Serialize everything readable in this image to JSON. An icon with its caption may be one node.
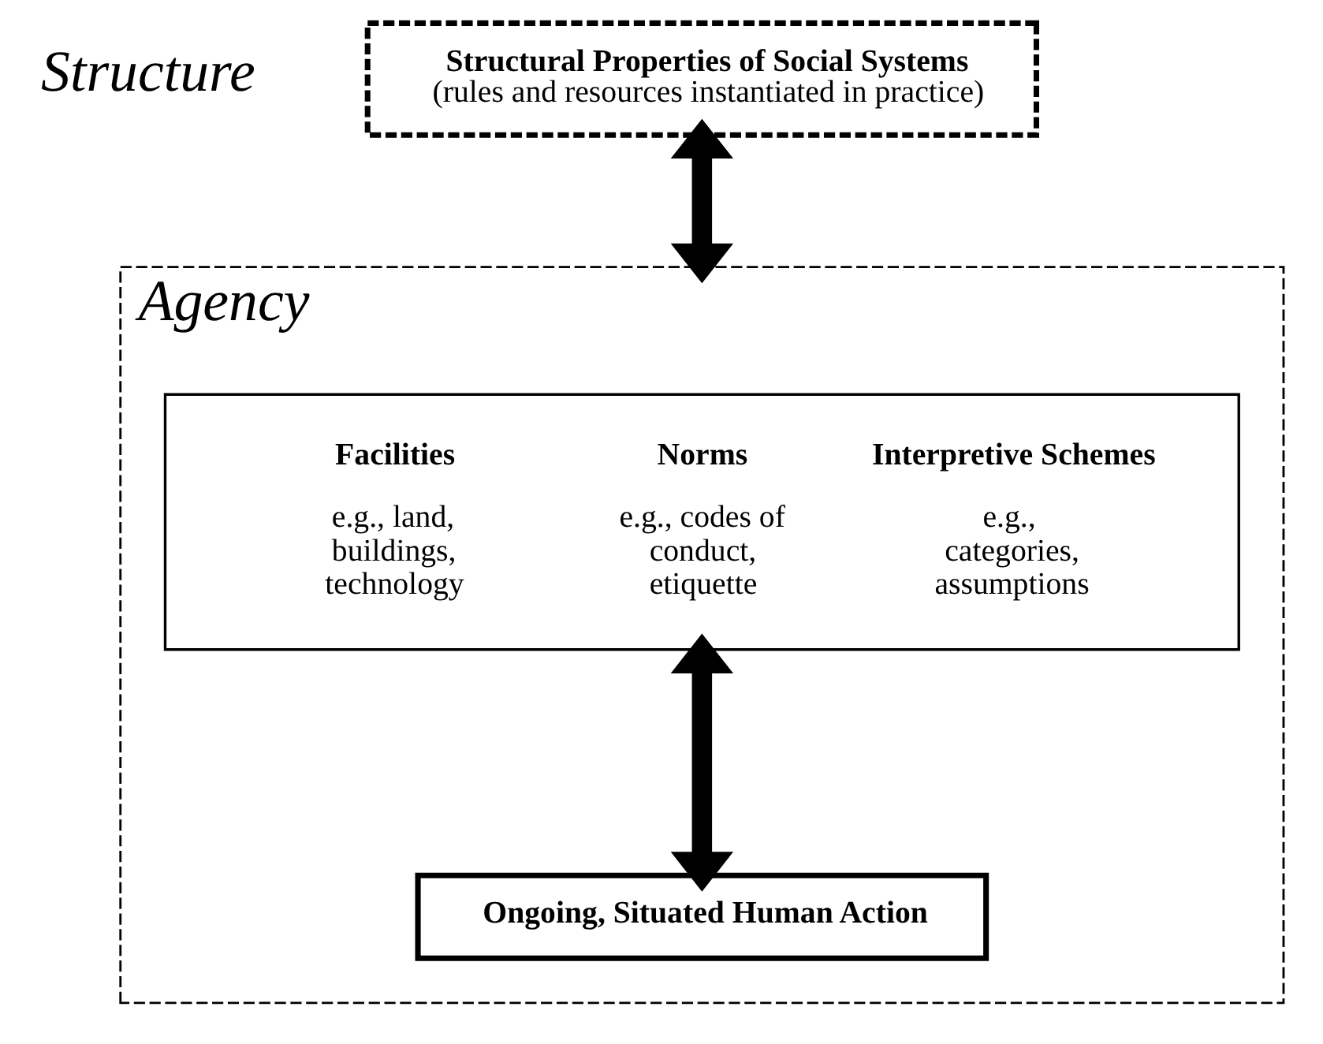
{
  "diagram": {
    "nodes": [
      {
        "text": [
          "Structural Properties of Social Systems",
          "(rules and resources instantiated in practice)"
        ],
        "beside": [
          "Structure"
        ]
      },
      {
        "text": [
          "Agency"
        ]
      },
      {
        "text": [
          "Facilities",
          "e.g., land, buildings, technology",
          "Norms",
          "e.g., codes of conduct, etiquette",
          "Interpretive Schemes",
          "e.g., categories, assumptions"
        ],
        "in": 1
      },
      {
        "text": [
          "Ongoing, Situated Human Action"
        ],
        "in": 1
      }
    ],
    "edges": [
      {
        "from": 0,
        "to": 1,
        "arrow": "both"
      },
      {
        "from": 2,
        "to": 3,
        "arrow": "both"
      }
    ]
  }
}
